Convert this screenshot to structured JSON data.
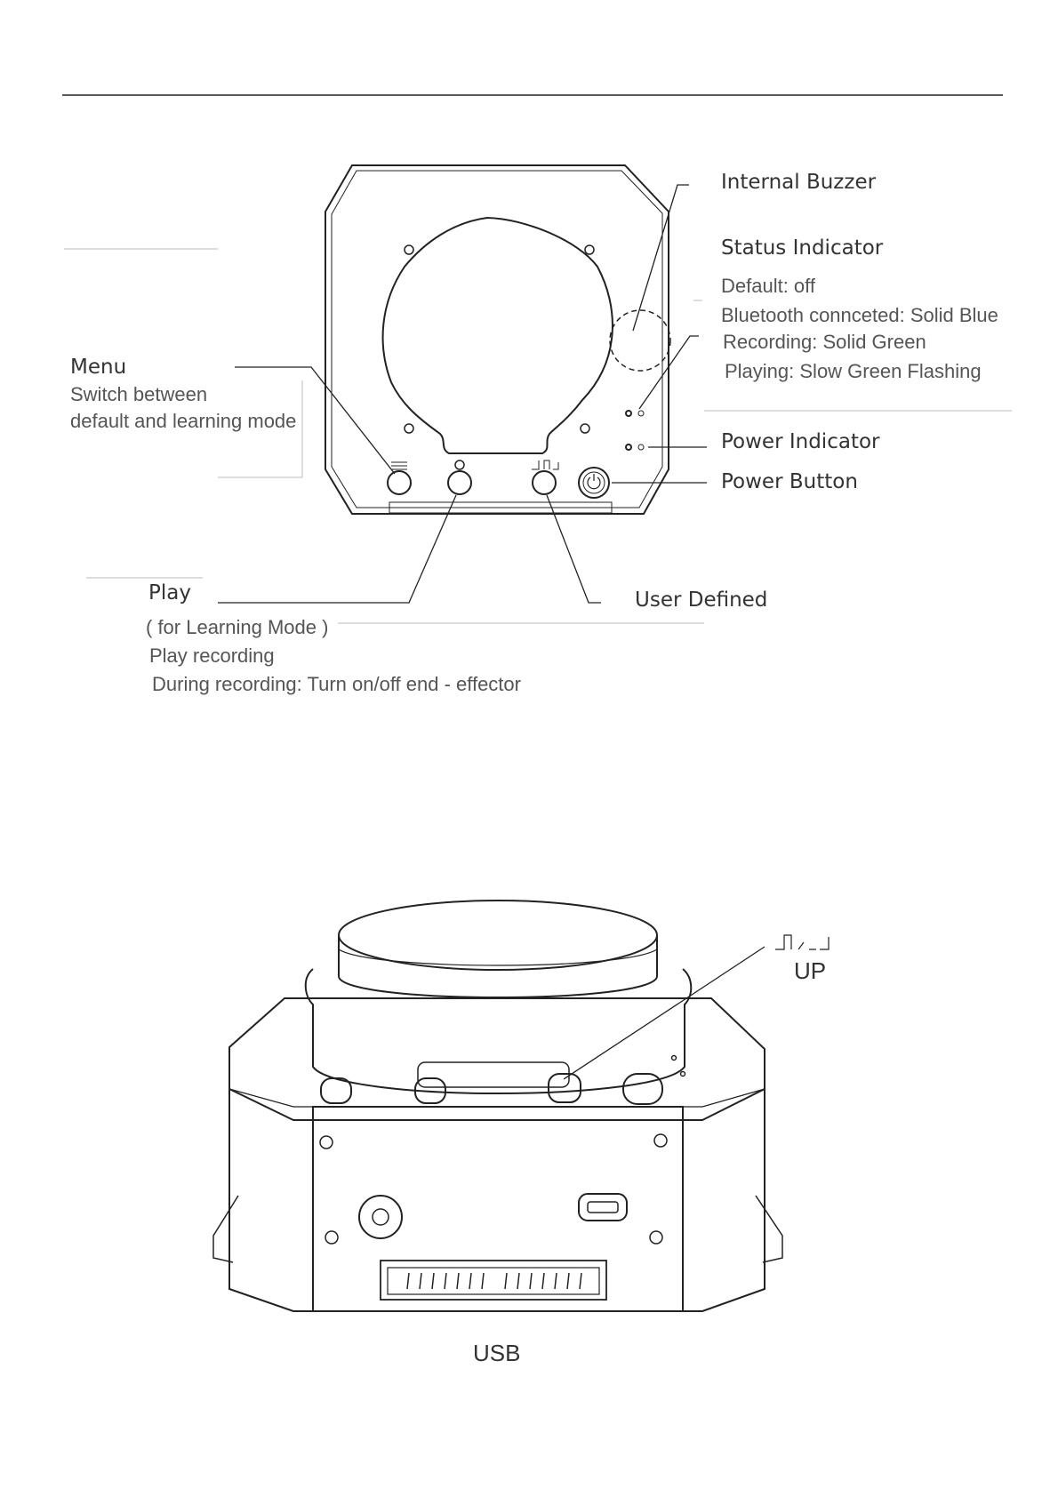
{
  "top_view": {
    "internal_buzzer": "Internal Buzzer",
    "status_indicator": {
      "title": "Status Indicator",
      "lines": [
        "Default: off",
        "Bluetooth connceted: Solid Blue",
        "Recording: Solid Green",
        "Playing: Slow Green Flashing"
      ]
    },
    "power_indicator": "Power Indicator",
    "power_button": "Power Button",
    "menu": {
      "title": "Menu",
      "lines": [
        "Switch between",
        "default and learning mode"
      ]
    },
    "play": {
      "title": "Play",
      "lines": [
        "( for Learning Mode )",
        "Play recording",
        "During recording: Turn on/off end - effector"
      ]
    },
    "user_defined": "User Defined"
  },
  "front_view": {
    "up_label": "UP",
    "usb_label": "USB"
  },
  "icons": [
    "menu-icon",
    "play-icon",
    "gripper-icon",
    "power-icon",
    "status-light-icon"
  ]
}
